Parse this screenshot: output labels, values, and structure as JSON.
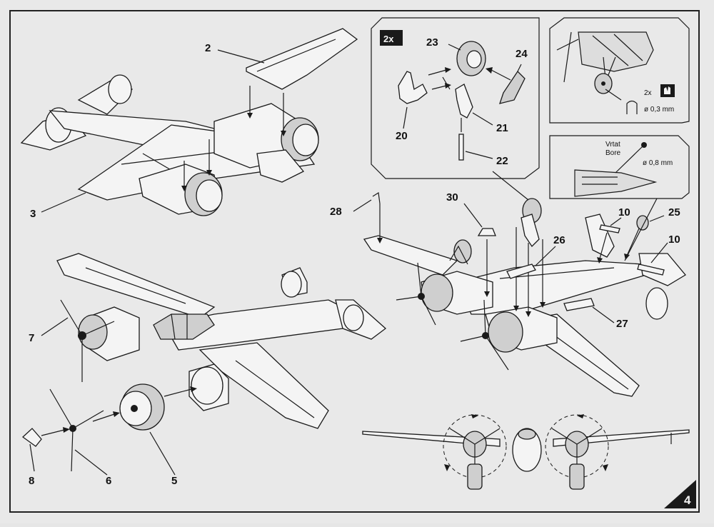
{
  "callouts": {
    "c2": "2",
    "c3": "3",
    "c5": "5",
    "c6": "6",
    "c7": "7",
    "c8": "8",
    "c10a": "10",
    "c10b": "10",
    "c20": "20",
    "c21": "21",
    "c22": "22",
    "c23": "23",
    "c24": "24",
    "c25": "25",
    "c26": "26",
    "c27": "27",
    "c28": "28",
    "c30": "30"
  },
  "landing_gear_inset": {
    "quantity": "2x"
  },
  "drill_inset_top": {
    "quantity": "2x",
    "diameter": "ø 0,3 mm"
  },
  "drill_inset_bottom": {
    "line1": "Vrtat",
    "line2": "Bore",
    "diameter": "ø 0,8 mm"
  },
  "page_number": "4",
  "icons": [
    "hand-glue-icon",
    "drill-icon",
    "page-number-badge"
  ]
}
